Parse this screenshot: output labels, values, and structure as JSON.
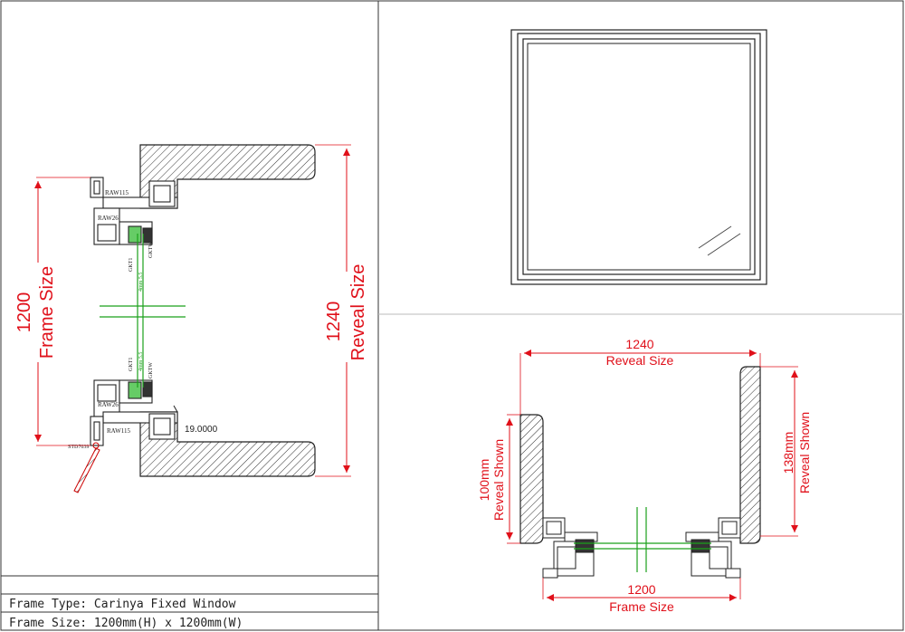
{
  "left_view": {
    "frame_size_value": "1200",
    "frame_size_label": "Frame Size",
    "reveal_size_value": "1240",
    "reveal_size_label": "Reveal Size",
    "dimension_readout": "19.0000",
    "labels": {
      "raw115_top": "RAW115",
      "raw26_top": "RAW26",
      "raw26_bottom": "RAW26",
      "raw115_bottom": "RAW115",
      "bottom_callout": "STD7039",
      "gasket_top_a": "GKT1",
      "gasket_top_b": "GKTW",
      "gasket_bottom_a": "GKT1",
      "gasket_bottom_b": "GKTW",
      "glass_top": "4mm 5.5",
      "glass_bottom": "4mm 5.5"
    }
  },
  "bottom_view": {
    "reveal_size_value": "1240",
    "reveal_size_label": "Reveal Size",
    "frame_size_value": "1200",
    "frame_size_label": "Frame Size",
    "left_reveal_value": "100mm",
    "left_reveal_label": "Reveal Shown",
    "right_reveal_value": "138mm",
    "right_reveal_label": "Reveal Shown"
  },
  "title_block": {
    "frame_type": "Frame Type: Carinya Fixed Window",
    "frame_size": "Frame Size: 1200mm(H) x 1200mm(W)"
  },
  "colors": {
    "dimension": "#e0101a",
    "glass": "#1aa01a",
    "line": "#222222"
  }
}
